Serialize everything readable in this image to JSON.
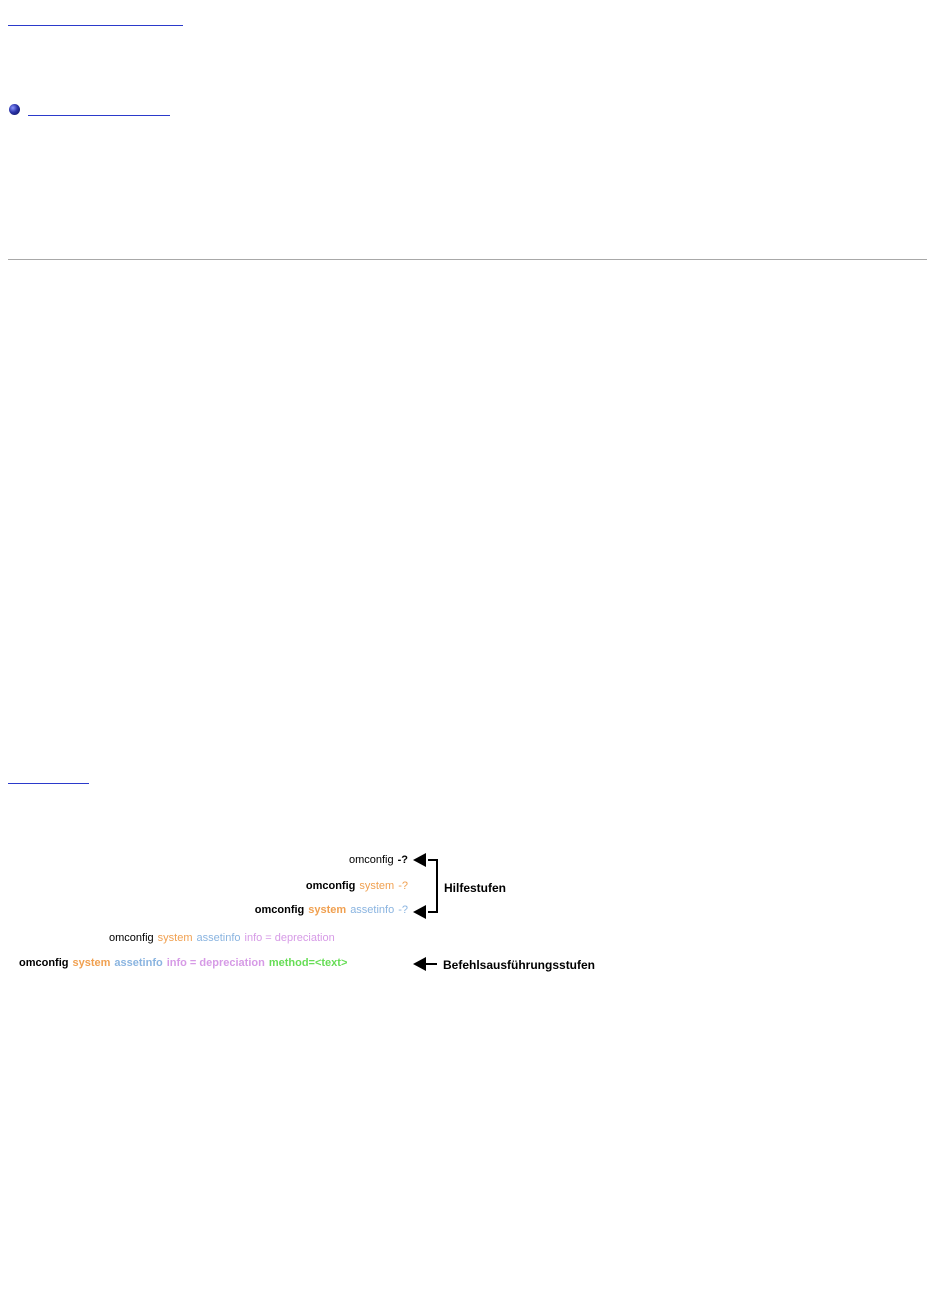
{
  "links": {
    "top": "",
    "bullet": "",
    "bottom": ""
  },
  "diagram": {
    "help_lines": [
      [
        {
          "text": "omconfig",
          "color": "#000000",
          "bold": false
        },
        {
          "text": "-?",
          "color": "#000000",
          "bold": true
        }
      ],
      [
        {
          "text": "omconfig",
          "color": "#000000",
          "bold": true
        },
        {
          "text": "system",
          "color": "#f0a050",
          "bold": false
        },
        {
          "text": "-?",
          "color": "#f0a050",
          "bold": false
        }
      ],
      [
        {
          "text": "omconfig",
          "color": "#000000",
          "bold": true
        },
        {
          "text": "system",
          "color": "#f0a050",
          "bold": true
        },
        {
          "text": "assetinfo",
          "color": "#8ab4e0",
          "bold": false
        },
        {
          "text": "-?",
          "color": "#8ab4e0",
          "bold": false
        }
      ]
    ],
    "command_lines": [
      [
        {
          "text": "omconfig",
          "color": "#000000",
          "bold": false
        },
        {
          "text": "system",
          "color": "#f0a050",
          "bold": false
        },
        {
          "text": "assetinfo",
          "color": "#8ab4e0",
          "bold": false
        },
        {
          "text": "info = depreciation",
          "color": "#d69ae6",
          "bold": false
        }
      ],
      [
        {
          "text": "omconfig",
          "color": "#000000",
          "bold": true
        },
        {
          "text": "system",
          "color": "#f0a050",
          "bold": true
        },
        {
          "text": "assetinfo",
          "color": "#8ab4e0",
          "bold": true
        },
        {
          "text": "info = depreciation",
          "color": "#d69ae6",
          "bold": true
        },
        {
          "text": "method=<text>",
          "color": "#66dd55",
          "bold": true
        }
      ]
    ],
    "help_label": "Hilfestufen",
    "command_label": "Befehlsausführungsstufen"
  }
}
